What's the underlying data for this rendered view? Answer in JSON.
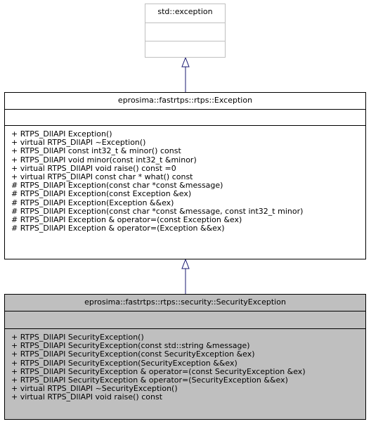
{
  "base_class": {
    "title": "std::exception",
    "attributes": [],
    "methods": []
  },
  "parent_class": {
    "title": "eprosima::fastrtps::rtps::Exception",
    "attributes": [],
    "methods": [
      "+ RTPS_DllAPI Exception()",
      "+ virtual RTPS_DllAPI ~Exception()",
      "+ RTPS_DllAPI const int32_t & minor() const",
      "+ RTPS_DllAPI void minor(const int32_t &minor)",
      "+ virtual RTPS_DllAPI void raise() const =0",
      "+ virtual RTPS_DllAPI const char * what() const",
      "# RTPS_DllAPI Exception(const char *const &message)",
      "# RTPS_DllAPI Exception(const Exception &ex)",
      "# RTPS_DllAPI Exception(Exception &&ex)",
      "# RTPS_DllAPI Exception(const char *const &message, const int32_t minor)",
      "# RTPS_DllAPI Exception & operator=(const Exception &ex)",
      "# RTPS_DllAPI Exception & operator=(Exception &&ex)"
    ]
  },
  "focus_class": {
    "title": "eprosima::fastrtps::rtps::security::SecurityException",
    "attributes": [],
    "methods": [
      "+ RTPS_DllAPI SecurityException()",
      "+ RTPS_DllAPI SecurityException(const std::string &message)",
      "+ RTPS_DllAPI SecurityException(const SecurityException &ex)",
      "+ RTPS_DllAPI SecurityException(SecurityException &&ex)",
      "+ RTPS_DllAPI SecurityException & operator=(const SecurityException &ex)",
      "+ RTPS_DllAPI SecurityException & operator=(SecurityException &&ex)",
      "+ virtual RTPS_DllAPI ~SecurityException()",
      "+ virtual RTPS_DllAPI void raise() const"
    ]
  },
  "colors": {
    "arrow": "#191970",
    "focus_fill": "#bfbfbf",
    "external_border": "#bfbfbf"
  }
}
